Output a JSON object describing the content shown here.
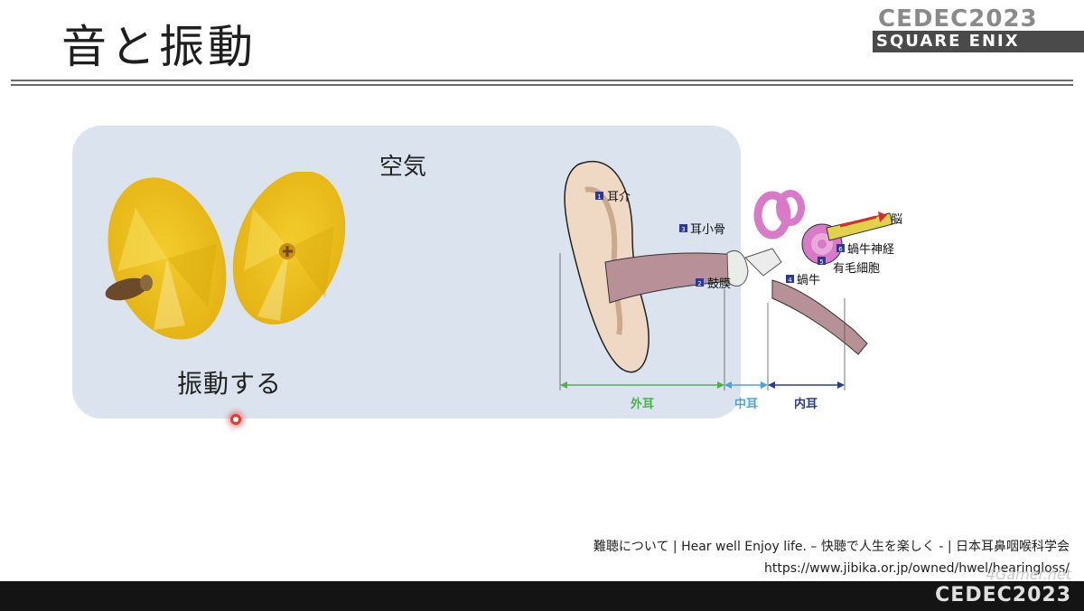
{
  "slide": {
    "title": "音と振動",
    "air_label": "空気",
    "vibration_label": "振動する"
  },
  "branding": {
    "top_logo": "CEDEC2023",
    "top_sublogo": "SQUARE ENIX",
    "bottom_logo": "CEDEC2023",
    "watermark": "4Gamer.net"
  },
  "ear_diagram": {
    "labels": {
      "pinna": "耳介",
      "ossicles": "耳小骨",
      "eardrum": "鼓膜",
      "cochlea": "蝸牛",
      "hair_cells": "有毛細胞",
      "cochlear_nerve": "蝸牛神経",
      "brain": "脳"
    },
    "markers": {
      "pinna": "1",
      "eardrum": "2",
      "ossicles": "3",
      "cochlea": "4",
      "hair_cells": "5",
      "cochlear_nerve": "6"
    },
    "sections": {
      "outer": "外耳",
      "middle": "中耳",
      "inner": "内耳"
    },
    "colors": {
      "outer": "#4caf50",
      "middle": "#4aa3df",
      "inner": "#2b3a8f",
      "arrow": "#d32f2f",
      "cochlea": "#d87ac8"
    }
  },
  "citation": {
    "line1": "難聴について | Hear well Enjoy life. – 快聴で人生を楽しく - | 日本耳鼻咽喉科学会",
    "line2": "https://www.jibika.or.jp/owned/hwel/hearingloss/"
  }
}
